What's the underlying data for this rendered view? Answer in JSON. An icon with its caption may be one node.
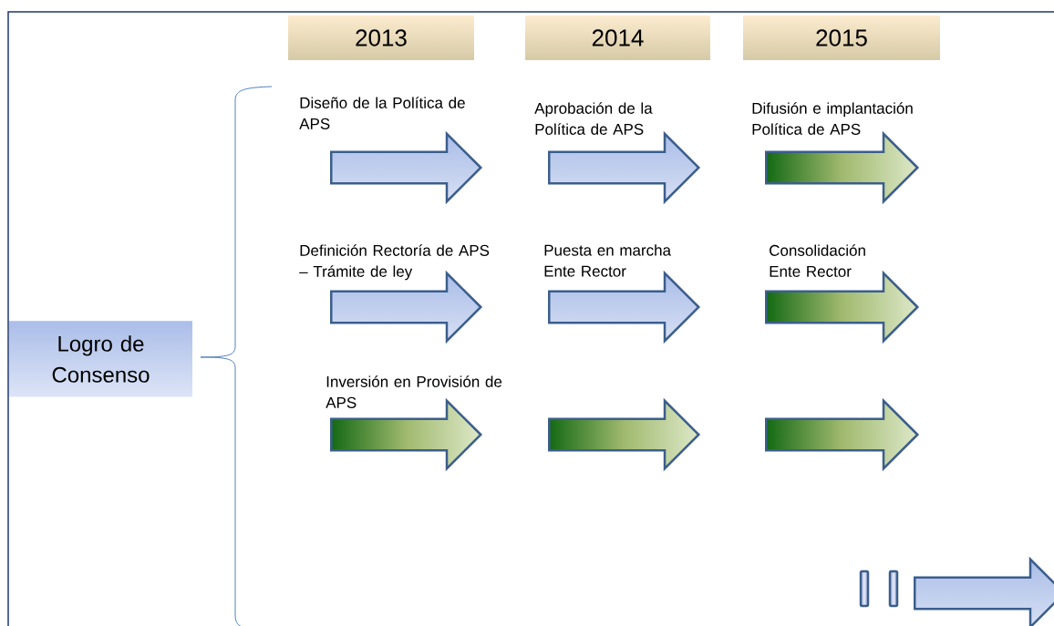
{
  "diagram": {
    "nodes": [
      {
        "text": [
          "2013"
        ]
      },
      {
        "text": [
          "2014"
        ]
      },
      {
        "text": [
          "2015"
        ]
      },
      {
        "text": [
          "Logro de Consenso"
        ]
      },
      {
        "text": [],
        "shape": "arrow",
        "beside": [
          "Diseño de la Política de APS"
        ]
      },
      {
        "text": [],
        "shape": "arrow",
        "beside": [
          "Aprobación de la Política de APS"
        ]
      },
      {
        "text": [],
        "shape": "arrow",
        "beside": [
          "Difusión e implantación Política de APS"
        ]
      },
      {
        "text": [],
        "shape": "arrow",
        "beside": [
          "Definición Rectoría de APS – Trámite de ley"
        ]
      },
      {
        "text": [],
        "shape": "arrow",
        "beside": [
          "Puesta en marcha Ente Rector"
        ]
      },
      {
        "text": [],
        "shape": "arrow",
        "beside": [
          "Consolidación Ente Rector"
        ]
      },
      {
        "text": [],
        "shape": "arrow",
        "beside": [
          "Inversión en Provisión de APS"
        ]
      },
      {
        "text": [],
        "shape": "arrow"
      },
      {
        "text": [],
        "shape": "arrow"
      },
      {
        "text": [],
        "shape": "bar"
      },
      {
        "text": [],
        "shape": "bar"
      },
      {
        "text": [],
        "shape": "arrow"
      }
    ]
  }
}
